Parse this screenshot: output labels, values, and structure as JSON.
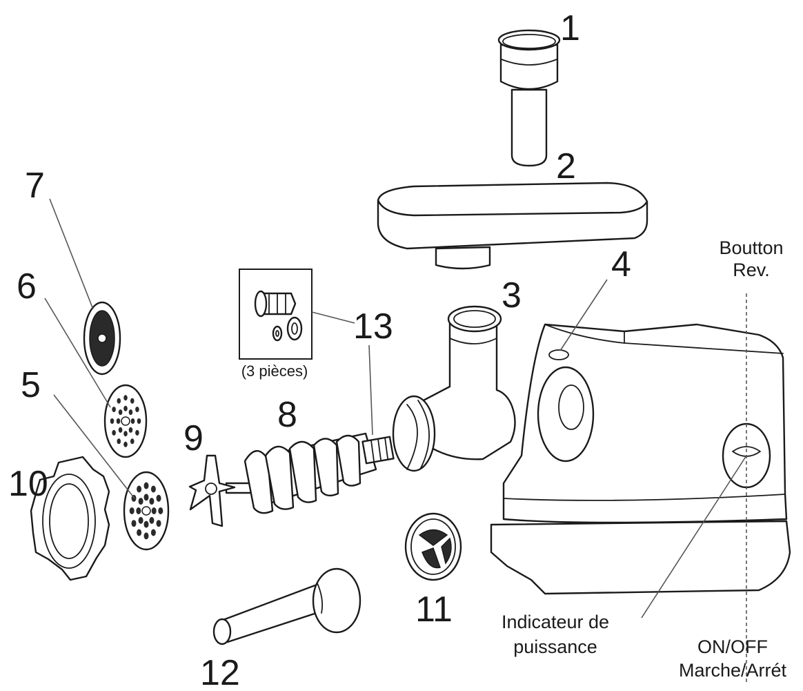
{
  "parts": {
    "p1": "1",
    "p2": "2",
    "p3": "3",
    "p4": "4",
    "p5": "5",
    "p6": "6",
    "p7": "7",
    "p8": "8",
    "p9": "9",
    "p10": "10",
    "p11": "11",
    "p12": "12",
    "p13": "13"
  },
  "labels": {
    "reverse_line1": "Boutton",
    "reverse_line2": "Rev.",
    "pieces_note": "(3 pièces)",
    "indicator_line1": "Indicateur de",
    "indicator_line2": "puissance",
    "onoff_line1": "ON/OFF",
    "onoff_line2": "Marche/Arrét"
  }
}
